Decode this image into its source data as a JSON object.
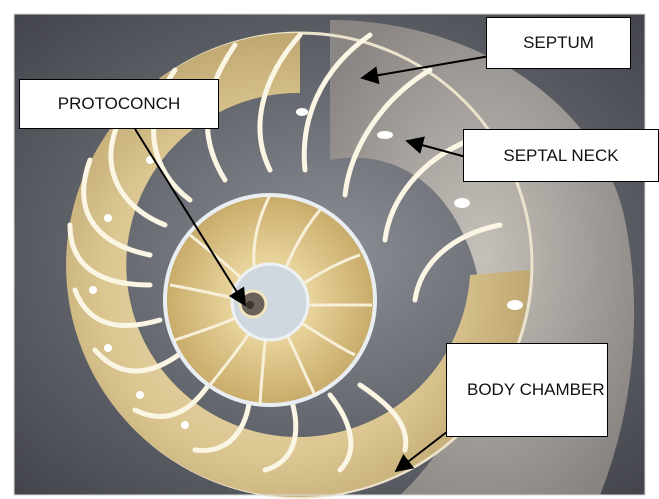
{
  "image": {
    "subject": "nautilus-shell-cross-section",
    "colors": {
      "shell_cream": "#e6d6a6",
      "shell_shadow": "#a88e57",
      "background_gray": "#5d5f68",
      "nacre_blue": "#c9d3da",
      "label_border": "#000000",
      "arrow": "#000000"
    }
  },
  "labels": {
    "septum": "SEPTUM",
    "protoconch": "PROTOCONCH",
    "septal_neck": "SEPTAL NECK",
    "body_chamber": "BODY CHAMBER"
  }
}
